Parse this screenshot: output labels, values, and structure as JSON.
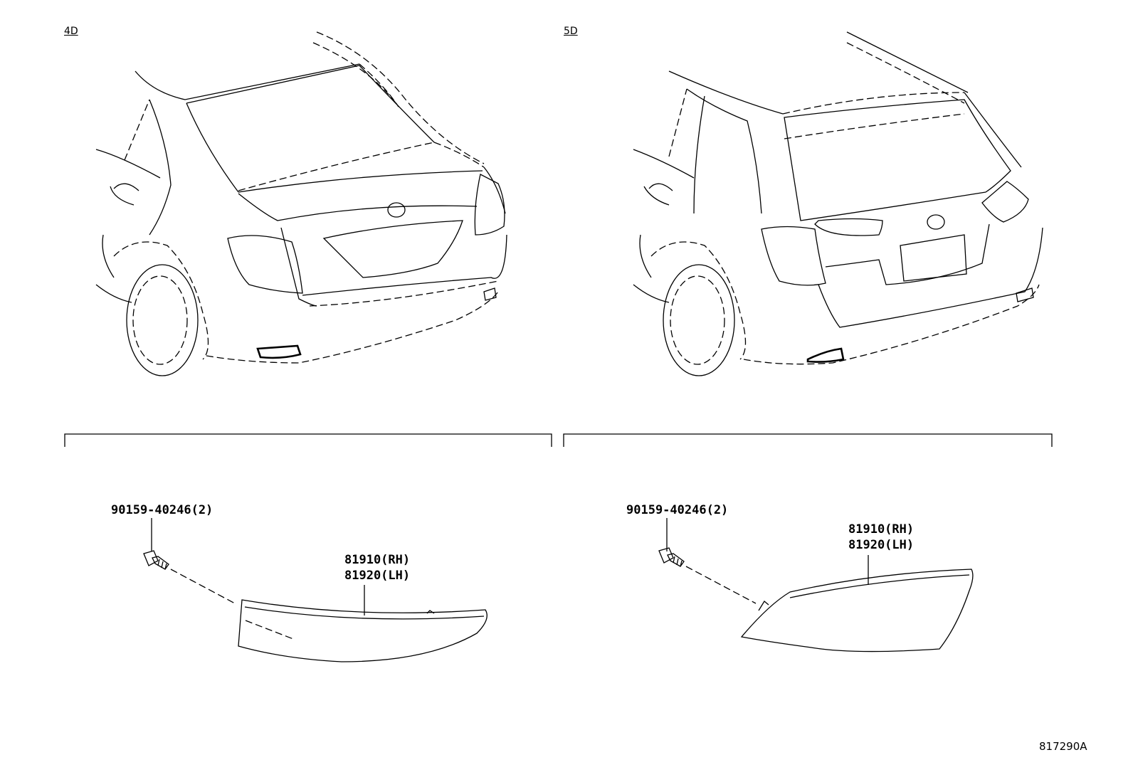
{
  "diagram": {
    "code": "817290A",
    "panels": [
      {
        "variant": "4D",
        "fastener": "90159-40246(2)",
        "part_rh": "81910(RH)",
        "part_lh": "81920(LH)"
      },
      {
        "variant": "5D",
        "fastener": "90159-40246(2)",
        "part_rh": "81910(RH)",
        "part_lh": "81920(LH)"
      }
    ]
  }
}
